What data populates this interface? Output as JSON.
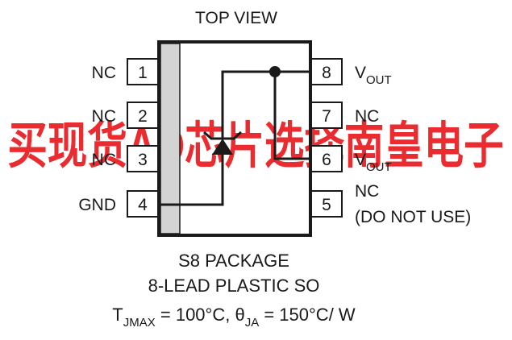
{
  "header": {
    "title": "TOP VIEW"
  },
  "pins": [
    {
      "number": "1",
      "label": "NC"
    },
    {
      "number": "2",
      "label": "NC"
    },
    {
      "number": "3",
      "label": "NC"
    },
    {
      "number": "4",
      "label": "GND"
    },
    {
      "number": "8",
      "label": "V",
      "sub": "OUT"
    },
    {
      "number": "7",
      "label": "NC"
    },
    {
      "number": "6",
      "label": "V",
      "sub": "OUT"
    },
    {
      "number": "5",
      "label": "NC",
      "note": "(DO NOT USE)"
    }
  ],
  "watermark": {
    "text": "买现货AD芯片选择南皇电子",
    "color": "#e8161b"
  },
  "footer": {
    "package": "S8 PACKAGE",
    "description": "8-LEAD PLASTIC SO",
    "thermal": {
      "t_symbol": "T",
      "t_sub": "JMAX",
      "t_value": " = 100°C, ",
      "theta_symbol": "θ",
      "theta_sub": "JA",
      "theta_value": " = 150°C/ W"
    }
  },
  "colors": {
    "ink": "#1a1a1a",
    "pin1_band": "#d3d3d3"
  }
}
